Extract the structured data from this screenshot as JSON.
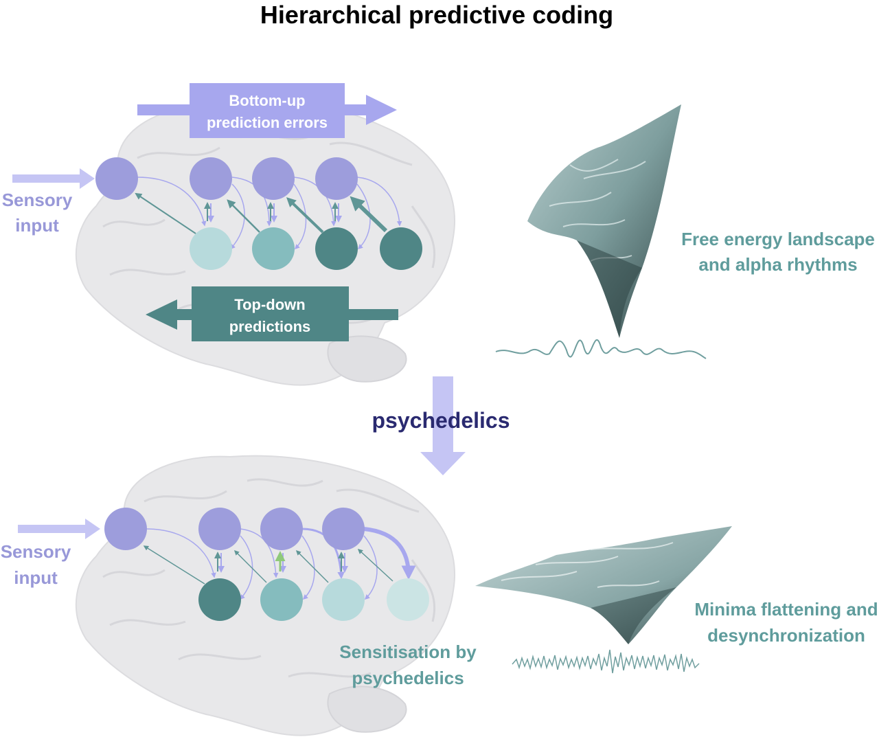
{
  "title": "Hierarchical predictive coding",
  "psychedelics_label": "psychedelics",
  "top_panel": {
    "bottom_up_box": [
      "Bottom-up",
      "prediction errors"
    ],
    "top_down_box": [
      "Top-down",
      "predictions"
    ],
    "sensory_input": [
      "Sensory",
      "input"
    ],
    "landscape_label": [
      "Free energy landscape",
      "and alpha rhythms"
    ]
  },
  "bottom_panel": {
    "sensory_input": [
      "Sensory",
      "input"
    ],
    "sensitisation_label": [
      "Sensitisation by",
      "psychedelics"
    ],
    "landscape_label": [
      "Minima flattening and",
      "desynchronization"
    ]
  },
  "colors": {
    "purple_node": "#9d9ddc",
    "purple_arrow": "#a7a7ee",
    "teal_dark": "#4f8686",
    "teal_mid": "#85bcbe",
    "teal_light": "#b7dadc",
    "psychedelics_text": "#2a2a70",
    "green_arrow": "#8fc97a",
    "brain": "#e8e8ea"
  }
}
